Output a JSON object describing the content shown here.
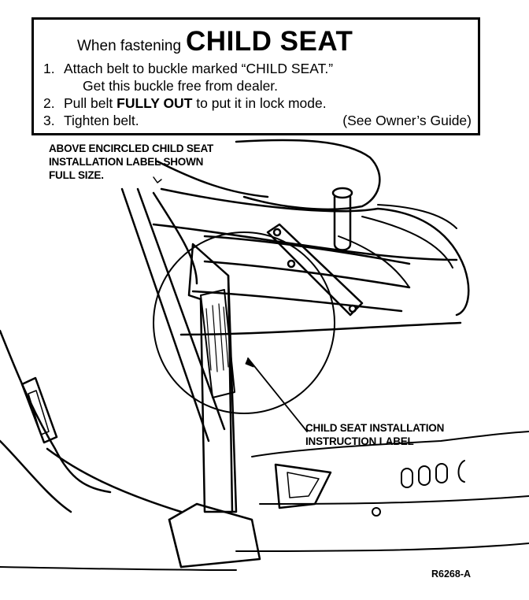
{
  "instruction_label": {
    "heading_lead": "When fastening",
    "heading_main": "CHILD SEAT",
    "step1_num": "1.",
    "step1_text": "Attach belt to buckle marked “CHILD SEAT.”",
    "step1_sub": "Get this buckle free from dealer.",
    "step2_num": "2.",
    "step2_pre": "Pull belt ",
    "step2_bold": "FULLY OUT",
    "step2_post": " to put it in lock mode.",
    "step3_num": "3.",
    "step3_text": "Tighten belt.",
    "guide_ref": "(See Owner’s Guide)"
  },
  "callouts": {
    "encircled_note": "ABOVE ENCIRCLED CHILD SEAT\nINSTALLATION LABEL SHOWN\nFULL SIZE.",
    "installation_label": "CHILD SEAT INSTALLATION\nINSTRUCTION LABEL"
  },
  "figure_code": "R6268-A",
  "colors": {
    "ink": "#000000",
    "paper": "#ffffff"
  }
}
